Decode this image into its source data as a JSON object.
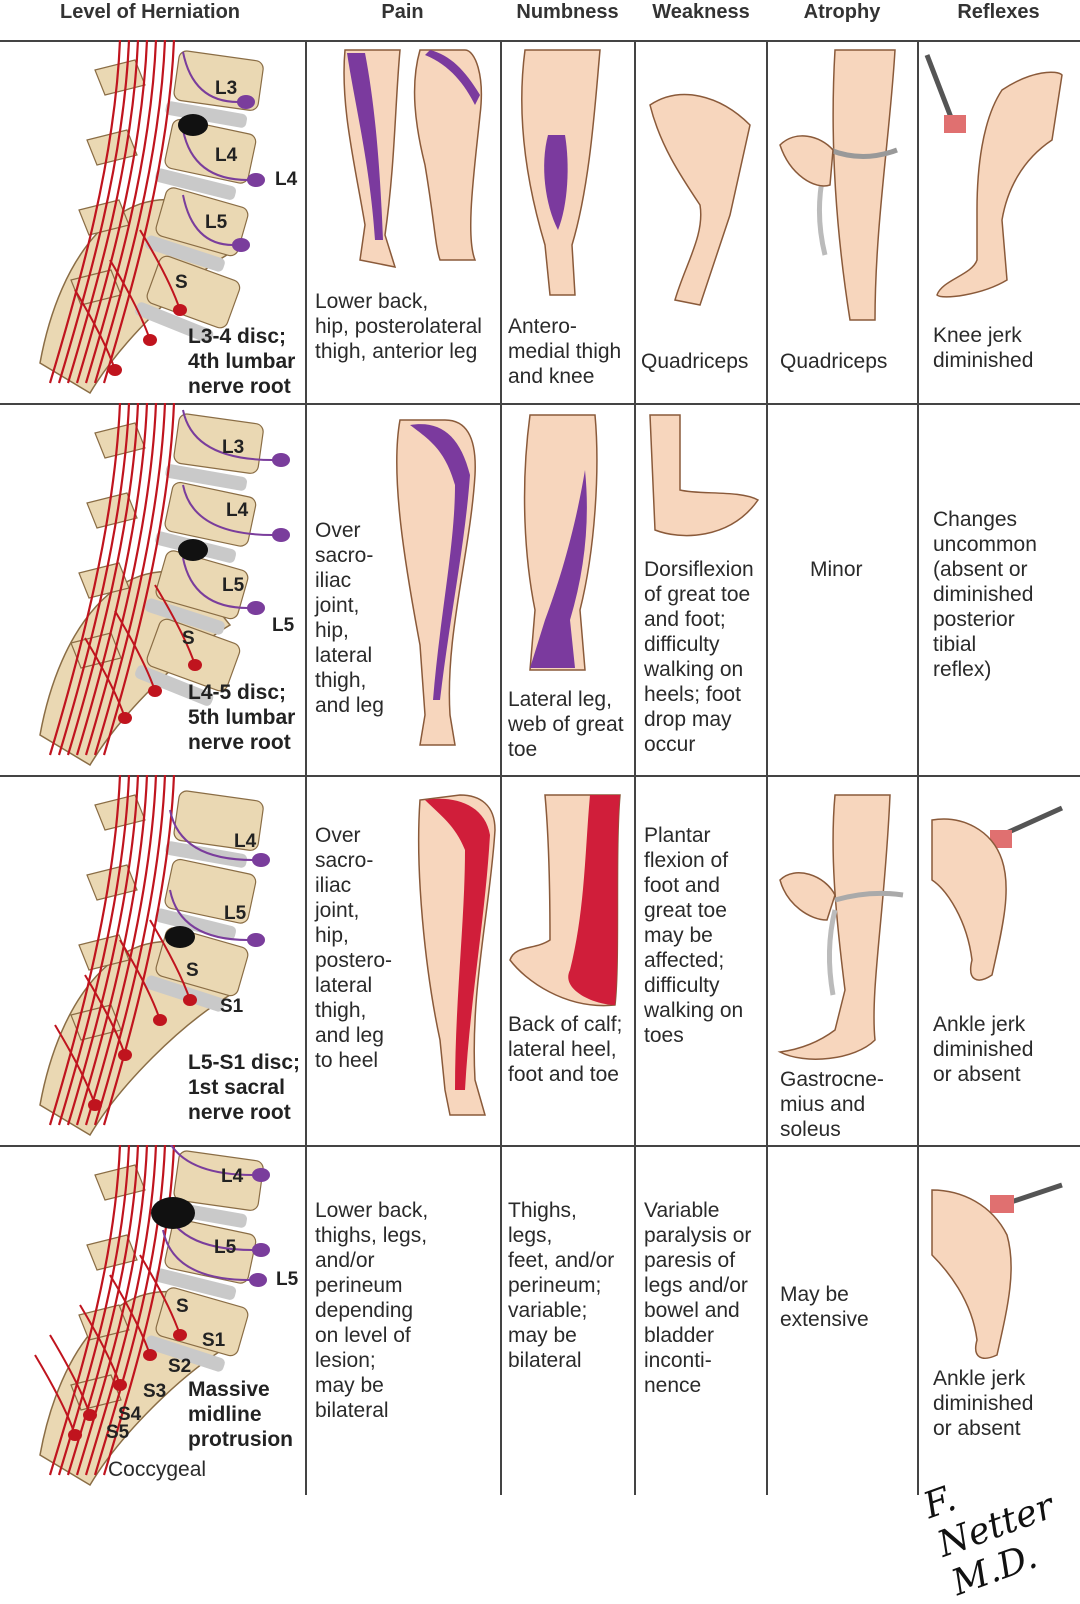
{
  "headers": [
    "Level of Herniation",
    "Pain",
    "Numbness",
    "Weakness",
    "Atrophy",
    "Reflexes"
  ],
  "rows": [
    {
      "level": {
        "caption": "L3-4 disc;\n4th lumbar\nnerve root",
        "labels": [
          "L3",
          "L4",
          "L4",
          "L5",
          "S"
        ]
      },
      "pain": "Lower back,\nhip, posterolateral\nthigh, anterior leg",
      "numbness": "Antero-\nmedial thigh\nand knee",
      "weakness": "Quadriceps",
      "atrophy": "Quadriceps",
      "reflexes": "Knee jerk\ndiminished"
    },
    {
      "level": {
        "caption": "L4-5 disc;\n5th lumbar\nnerve root",
        "labels": [
          "L3",
          "L4",
          "L5",
          "L5",
          "S"
        ]
      },
      "pain": "Over\nsacro-\niliac\njoint,\nhip,\nlateral\nthigh,\nand leg",
      "numbness": "Lateral leg,\nweb of great\ntoe",
      "weakness": "Dorsiflexion\nof great toe\nand foot;\ndifficulty\nwalking on\nheels; foot\ndrop may\noccur",
      "atrophy": "Minor",
      "reflexes": "Changes\nuncommon\n(absent or\ndiminished\nposterior\ntibial\nreflex)"
    },
    {
      "level": {
        "caption": "L5-S1 disc;\n1st sacral\nnerve root",
        "labels": [
          "L4",
          "L5",
          "S",
          "S1"
        ]
      },
      "pain": "Over\nsacro-\niliac\njoint,\nhip,\npostero-\nlateral\nthigh,\nand leg\nto heel",
      "numbness": "Back of calf;\nlateral heel,\nfoot and toe",
      "weakness": "Plantar\nflexion of\nfoot and\ngreat toe\nmay be\naffected;\ndifficulty\nwalking on\ntoes",
      "atrophy": "Gastrocne-\nmius and\nsoleus",
      "reflexes": "Ankle jerk\ndiminished\nor absent"
    },
    {
      "level": {
        "caption": "Massive\nmidline\nprotrusion",
        "labels": [
          "L4",
          "L5",
          "L5",
          "S",
          "S1",
          "S2",
          "S3",
          "S4",
          "S5",
          "Coccygeal"
        ]
      },
      "pain": "Lower back,\nthighs, legs,\nand/or\nperineum\ndepending\non level of\nlesion;\nmay be\nbilateral",
      "numbness": "Thighs,\nlegs,\nfeet,  and/or\nperineum;\nvariable;\nmay be\nbilateral",
      "weakness": "Variable\nparalysis or\nparesis of\nlegs and/or\nbowel and\nbladder\ninconti-\nnence",
      "atrophy": "May be\nextensive",
      "reflexes": "Ankle jerk\ndiminished\nor absent"
    }
  ],
  "signature": "F. Netter M.D.",
  "colors": {
    "nerve": "#c0141e",
    "root": "#7a3d9c",
    "pain": "#7b3a9e",
    "pain_s1": "#d01e3a",
    "skin": "#f7d6bd",
    "bone": "#ead8b3",
    "disc": "#c9c9c9"
  }
}
